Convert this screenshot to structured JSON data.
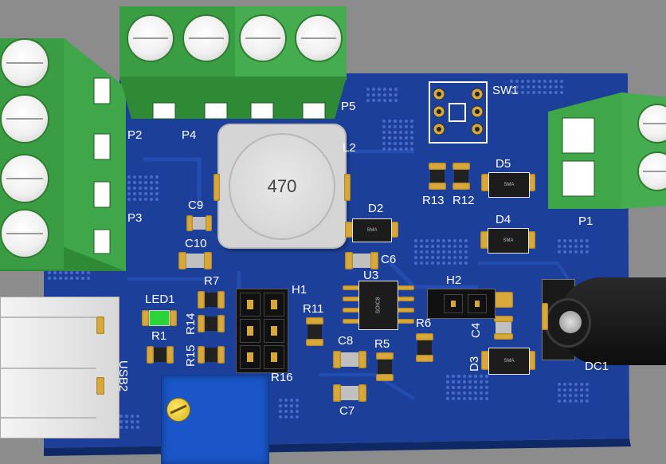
{
  "designators": {
    "p2": "P2",
    "p3": "P3",
    "p4": "P4",
    "p5": "P5",
    "p1": "P1",
    "sw1": "SW1",
    "l2": "L2",
    "c9": "C9",
    "c10": "C10",
    "c6": "C6",
    "c8": "C8",
    "c7": "C7",
    "c4": "C4",
    "d2": "D2",
    "d3": "D3",
    "d4": "D4",
    "d5": "D5",
    "r1": "R1",
    "r5": "R5",
    "r6": "R6",
    "r7": "R7",
    "r11": "R11",
    "r12": "R12",
    "r13": "R13",
    "r14": "R14",
    "r15": "R15",
    "r16": "R16",
    "led1": "LED1",
    "h1": "H1",
    "h2": "H2",
    "u3": "U3",
    "usb2": "USB2",
    "dc1": "DC1"
  },
  "inductor_marking": "470",
  "diode_marking": "SMA",
  "ic_marking": "SOIC8",
  "colors": {
    "background": "#8c8c8c",
    "pcb": "#1c3f99",
    "terminal_green": "#3fa64a",
    "pad_gold": "#d8a83a",
    "led_green": "#2bd43b",
    "pot_blue": "#1a56c8"
  }
}
